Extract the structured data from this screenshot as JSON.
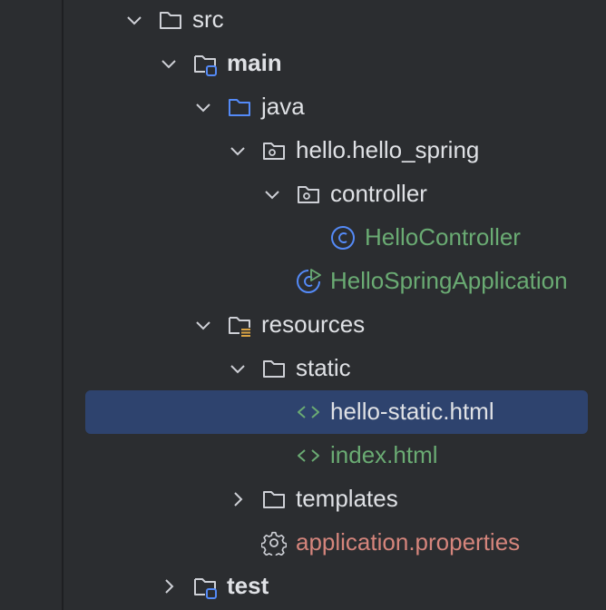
{
  "tree": {
    "src": "src",
    "main": "main",
    "java": "java",
    "package": "hello.hello_spring",
    "controller_pkg": "controller",
    "controller_class": "HelloController",
    "app_class": "HelloSpringApplication",
    "resources": "resources",
    "static": "static",
    "static_file": "hello-static.html",
    "index_file": "index.html",
    "templates": "templates",
    "properties": "application.properties",
    "test": "test"
  },
  "colors": {
    "background": "#2b2d30",
    "selection": "#2e436e",
    "text": "#dfe1e5",
    "class_green": "#6aab73",
    "properties_orange": "#d5857c",
    "folder_blue": "#548af7"
  },
  "selected_item": "hello-static.html"
}
